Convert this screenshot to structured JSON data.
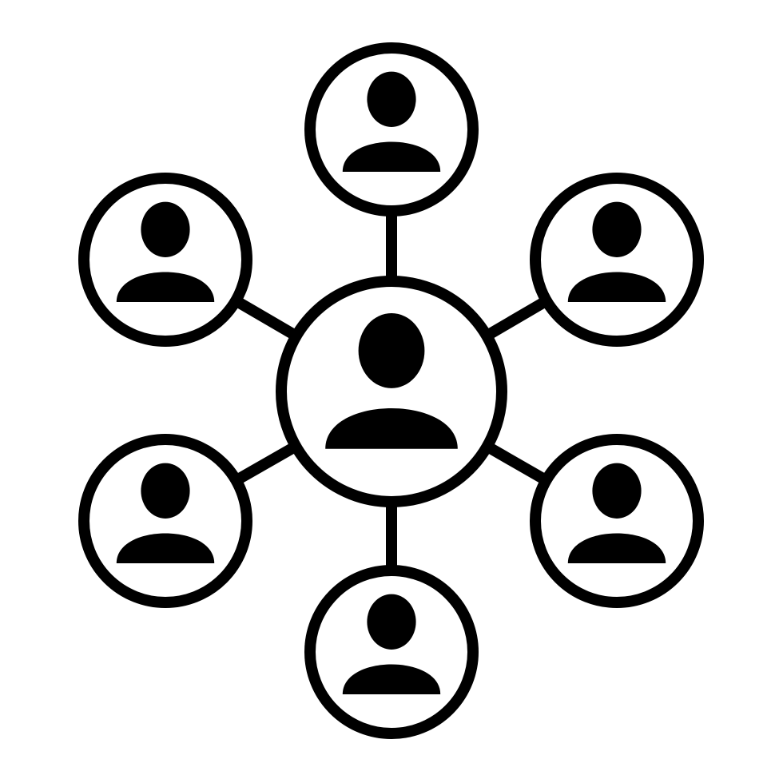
{
  "icon": {
    "name": "user-network-icon",
    "stroke_color": "#000000",
    "fill_color": "#000000",
    "background": "#ffffff"
  },
  "center_node": {
    "name": "center-user"
  },
  "satellite_nodes": [
    {
      "name": "user-top"
    },
    {
      "name": "user-upper-right"
    },
    {
      "name": "user-lower-right"
    },
    {
      "name": "user-bottom"
    },
    {
      "name": "user-lower-left"
    },
    {
      "name": "user-upper-left"
    }
  ]
}
